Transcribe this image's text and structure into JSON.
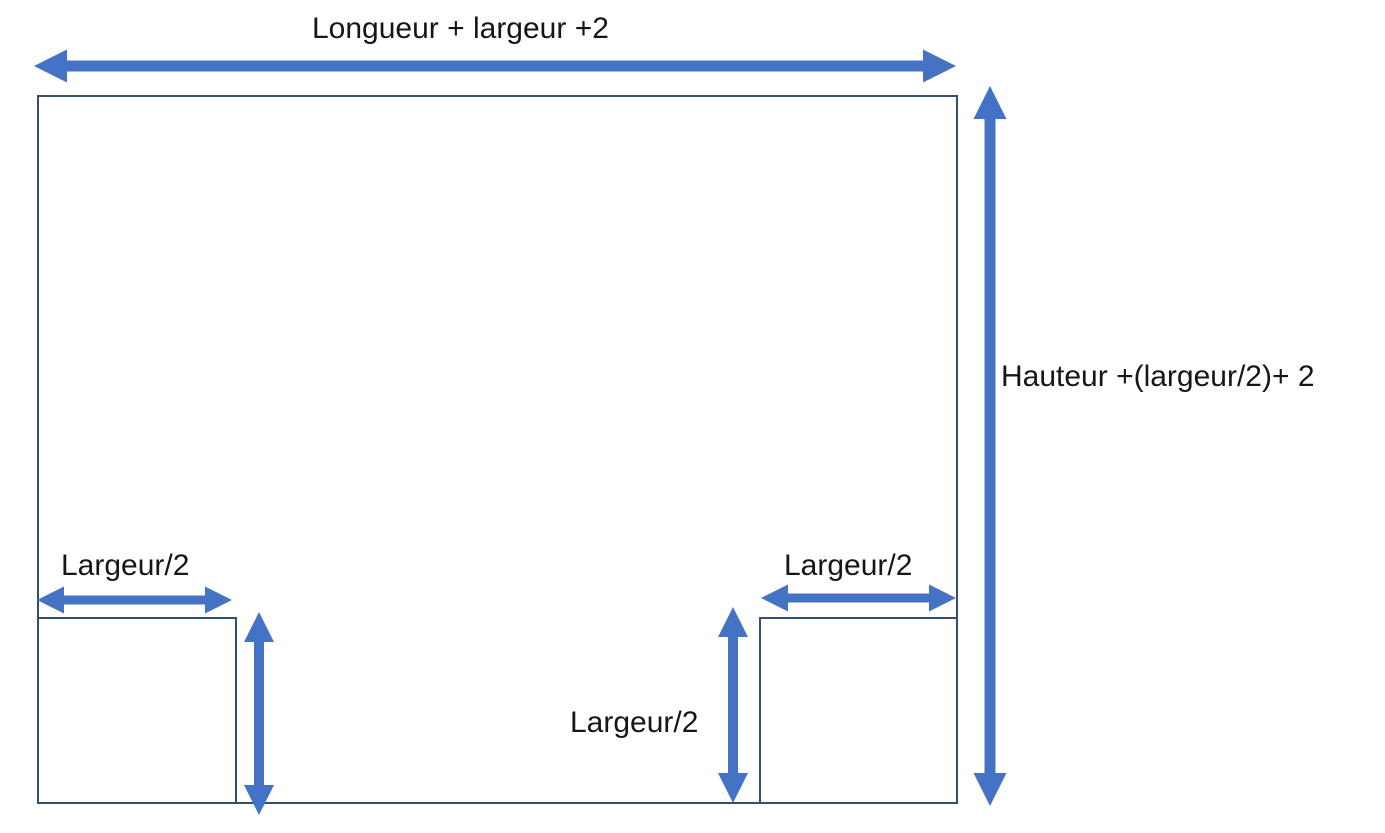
{
  "diagram": {
    "description": "Cardboard box cutting template dimension diagram (French labels)",
    "colors": {
      "arrow": "#4472C4",
      "outline": "#35506B",
      "text": "#161616",
      "background": "#ffffff"
    },
    "labels": {
      "top": "Longueur + largeur +2",
      "right": "Hauteur +(largeur/2)+ 2",
      "bottom_left": "Largeur/2",
      "bottom_right": "Largeur/2",
      "middle": "Largeur/2"
    }
  }
}
